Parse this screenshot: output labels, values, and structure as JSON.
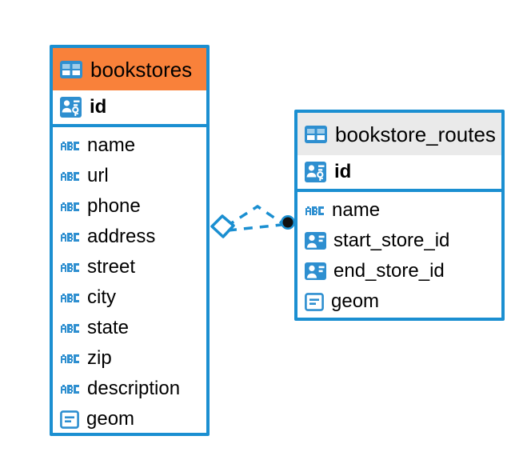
{
  "diagram": {
    "type": "entity-relationship-diagram",
    "background_color": "#ffffff",
    "accent_color": "#1b8fd1",
    "highlight_color": "#f9813a",
    "header_gray": "#eaeaea"
  },
  "entities": [
    {
      "name": "bookstores",
      "header_style": "orange-highlight",
      "table_icon": "table-icon",
      "primary_key": {
        "name": "id",
        "icon": "primary-key-icon"
      },
      "fields": [
        {
          "name": "name",
          "icon": "text-abc-icon"
        },
        {
          "name": "url",
          "icon": "text-abc-icon"
        },
        {
          "name": "phone",
          "icon": "text-abc-icon"
        },
        {
          "name": "address",
          "icon": "text-abc-icon"
        },
        {
          "name": "street",
          "icon": "text-abc-icon"
        },
        {
          "name": "city",
          "icon": "text-abc-icon"
        },
        {
          "name": "state",
          "icon": "text-abc-icon"
        },
        {
          "name": "zip",
          "icon": "text-abc-icon"
        },
        {
          "name": "description",
          "icon": "text-abc-icon"
        },
        {
          "name": "geom",
          "icon": "geometry-icon"
        }
      ]
    },
    {
      "name": "bookstore_routes",
      "header_style": "gray",
      "table_icon": "table-icon",
      "primary_key": {
        "name": "id",
        "icon": "primary-key-icon"
      },
      "fields": [
        {
          "name": "name",
          "icon": "text-abc-icon"
        },
        {
          "name": "start_store_id",
          "icon": "foreign-key-icon"
        },
        {
          "name": "end_store_id",
          "icon": "foreign-key-icon"
        },
        {
          "name": "geom",
          "icon": "geometry-icon"
        }
      ]
    }
  ],
  "relationships": [
    {
      "from_entity": "bookstore_routes",
      "from_field": "start_store_id",
      "to_entity": "bookstores",
      "to_field": "id",
      "line_style": "dashed",
      "source_marker": "filled-circle",
      "target_marker": "open-diamond"
    },
    {
      "from_entity": "bookstore_routes",
      "from_field": "end_store_id",
      "to_entity": "bookstores",
      "to_field": "id",
      "line_style": "dashed",
      "source_marker": "filled-circle",
      "target_marker": "open-diamond"
    }
  ]
}
